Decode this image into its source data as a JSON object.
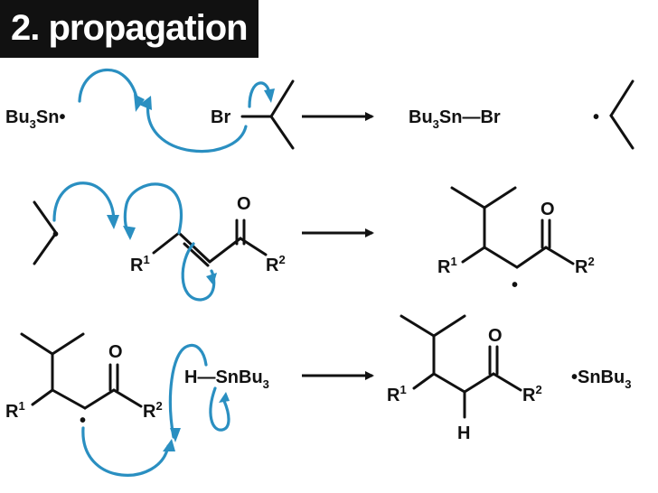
{
  "title": "2. propagation",
  "colors": {
    "title_bg": "#111111",
    "title_fg": "#ffffff",
    "arrows": "#2a8fc1",
    "ink": "#111111"
  },
  "step1": {
    "bu3sn_radical": {
      "prefix": "Bu",
      "sub": "3",
      "suffix": "Sn•"
    },
    "br": "Br",
    "product1": {
      "prefix": "Bu",
      "sub": "3",
      "suffix": "Sn—Br"
    },
    "radical_dot": "•"
  },
  "step2": {
    "radical_dot": "•",
    "o": "O",
    "r1": {
      "base": "R",
      "sup": "1"
    },
    "r2": {
      "base": "R",
      "sup": "2"
    },
    "product_o": "O",
    "product_r1": {
      "base": "R",
      "sup": "1"
    },
    "product_r2": {
      "base": "R",
      "sup": "2"
    },
    "product_dot": "•"
  },
  "step3": {
    "o": "O",
    "r1": {
      "base": "R",
      "sup": "1"
    },
    "r2": {
      "base": "R",
      "sup": "2"
    },
    "radical_dot": "•",
    "h_snbu3": {
      "prefix": "H—SnBu",
      "sub": "3"
    },
    "product_o": "O",
    "product_r1": {
      "base": "R",
      "sup": "1"
    },
    "product_r2": {
      "base": "R",
      "sup": "2"
    },
    "product_h": "H",
    "snbu3_radical": {
      "prefix": "•SnBu",
      "sub": "3"
    }
  }
}
